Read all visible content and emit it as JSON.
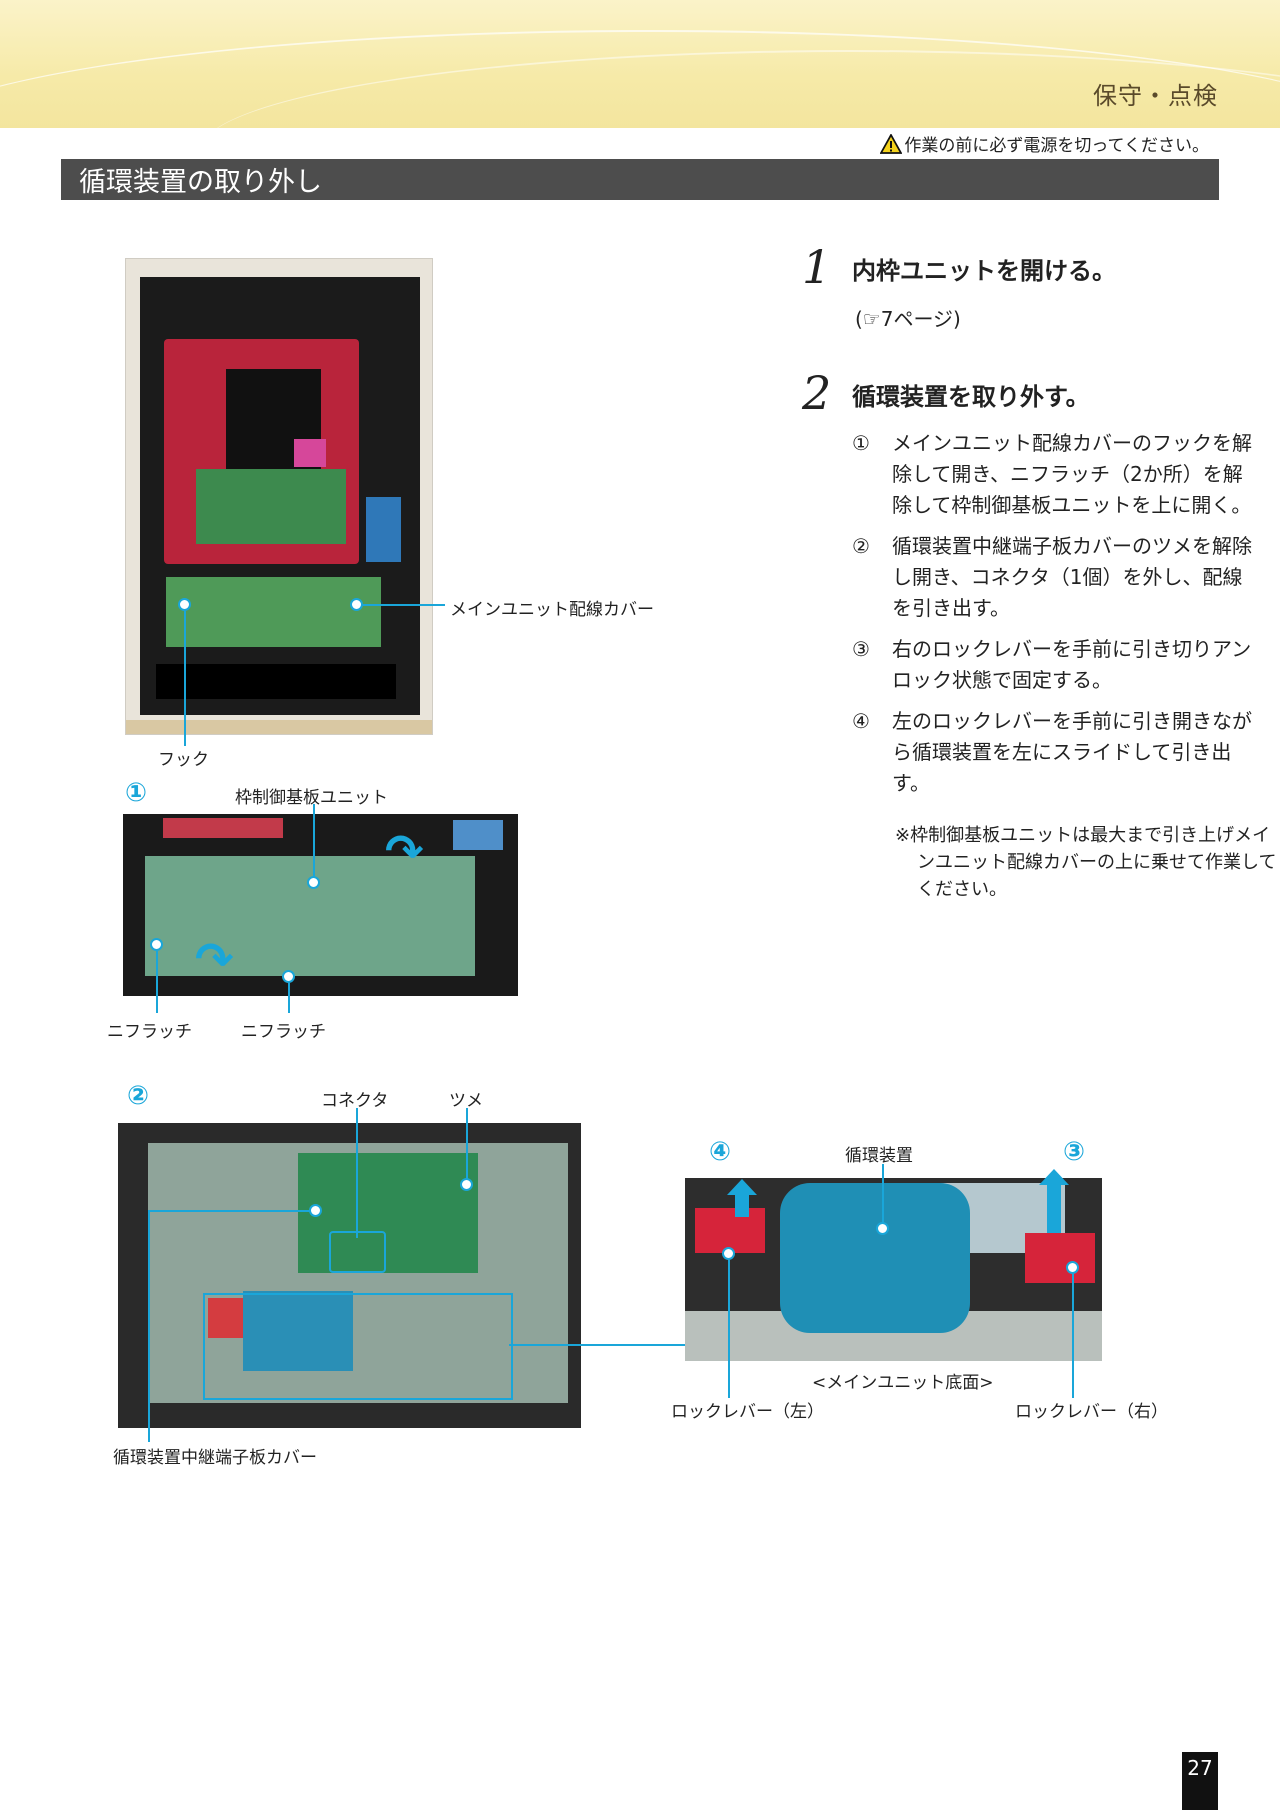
{
  "header": {
    "section": "保守・点検",
    "warning_text": "作業の前に必ず電源を切ってください。"
  },
  "title": "循環装置の取り外し",
  "steps": [
    {
      "number": "1",
      "title": "内枠ユニットを開ける。",
      "ref": "(☞7ページ)"
    },
    {
      "number": "2",
      "title": "循環装置を取り外す。"
    }
  ],
  "instructions": [
    {
      "n": "①",
      "text": "メインユニット配線カバーのフックを解除して開き、ニフラッチ（2か所）を解除して枠制御基板ユニットを上に開く。"
    },
    {
      "n": "②",
      "text": "循環装置中継端子板カバーのツメを解除し開き、コネクタ（1個）を外し、配線を引き出す。"
    },
    {
      "n": "③",
      "text": "右のロックレバーを手前に引き切りアンロック状態で固定する。"
    },
    {
      "n": "④",
      "text": "左のロックレバーを手前に引き開きながら循環装置を左にスライドして引き出す。"
    }
  ],
  "note": "※枠制御基板ユニットは最大まで引き上げメインユニット配線カバーの上に乗せて作業してください。",
  "figures": {
    "main": {
      "cover_label": "メインユニット配線カバー",
      "hook_label": "フック"
    },
    "fig1": {
      "number": "①",
      "board_label": "枠制御基板ユニット",
      "latch_label_1": "ニフラッチ",
      "latch_label_2": "ニフラッチ"
    },
    "fig2": {
      "number": "②",
      "connector_label": "コネクタ",
      "claw_label": "ツメ",
      "cover_label": "循環装置中継端子板カバー"
    },
    "fig3": {
      "num_left": "④",
      "num_right": "③",
      "device_label": "循環装置",
      "caption": "<メインユニット底面>",
      "lever_left": "ロックレバー（左）",
      "lever_right": "ロックレバー（右）"
    }
  },
  "page_number": "27",
  "colors": {
    "accent": "#1aa6d9",
    "title_bar": "#4d4d4d"
  }
}
